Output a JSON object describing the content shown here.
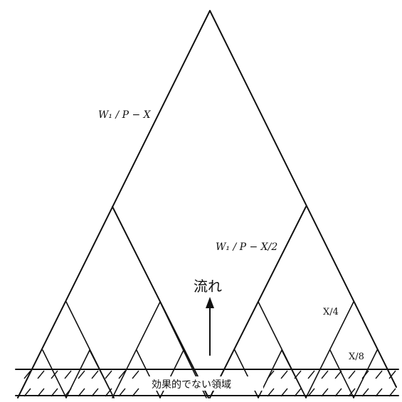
{
  "diagram": {
    "labels": {
      "top_level": "W₁ / P − X",
      "second_level": "W₁ / P − X/2",
      "flow": "流れ",
      "quarter": "X/4",
      "eighth": "X/8",
      "ineffective_zone": "効果的でない領域"
    },
    "flow_direction": "up",
    "colors": {
      "ink": "#111111",
      "background": "#ffffff"
    }
  }
}
